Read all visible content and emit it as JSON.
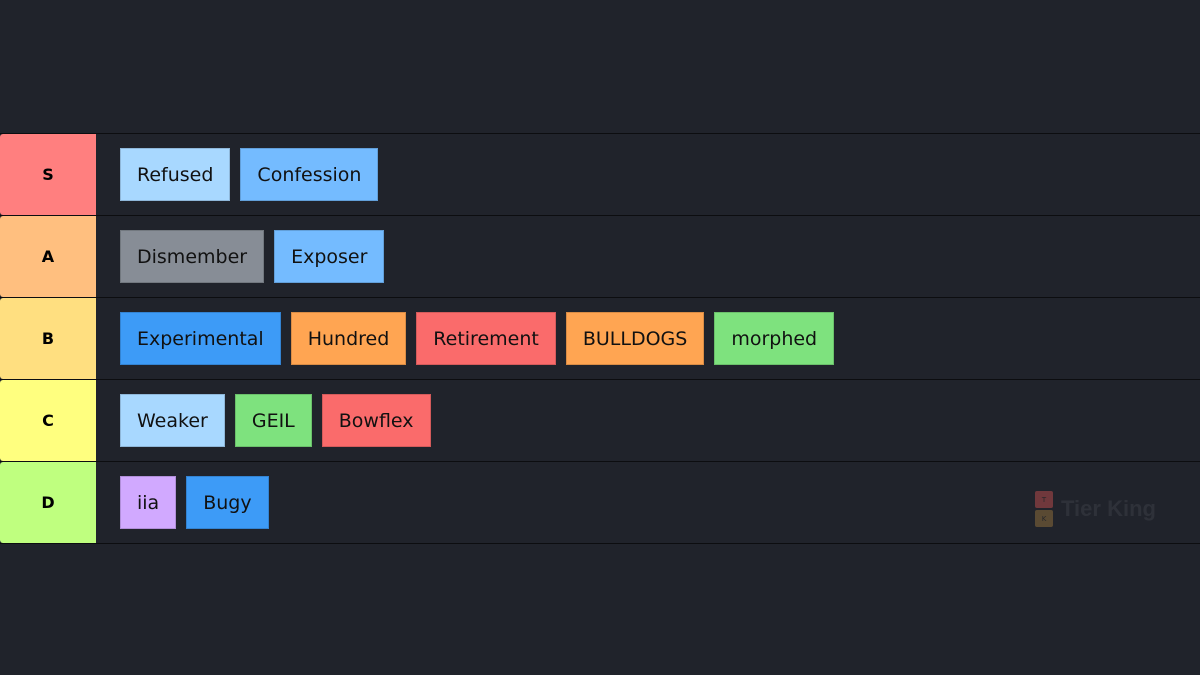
{
  "colors": {
    "background": "#20232b",
    "tier_s": "#ff7f7f",
    "tier_a": "#ffbf7f",
    "tier_b": "#ffdf80",
    "tier_c": "#ffff7f",
    "tier_d": "#bfff7f",
    "light_blue": "#a8d8ff",
    "sky_blue": "#74bbff",
    "blue": "#3d9bf7",
    "gray": "#878d96",
    "orange": "#ffa552",
    "salmon": "#fa6b6b",
    "green": "#7ee27e",
    "lavender": "#d1a9ff"
  },
  "tiers": [
    {
      "label": "S",
      "items": [
        "Refused",
        "Confession"
      ]
    },
    {
      "label": "A",
      "items": [
        "Dismember",
        "Exposer"
      ]
    },
    {
      "label": "B",
      "items": [
        "Experimental",
        "Hundred",
        "Retirement",
        "BULLDOGS",
        "morphed"
      ]
    },
    {
      "label": "C",
      "items": [
        "Weaker",
        "GEIL",
        "Bowflex"
      ]
    },
    {
      "label": "D",
      "items": [
        "iia",
        "Bugy"
      ]
    }
  ],
  "watermark": {
    "text": "Tier King",
    "logo_top": "T",
    "logo_bottom": "K",
    "icon": "tier-king-logo-icon"
  }
}
